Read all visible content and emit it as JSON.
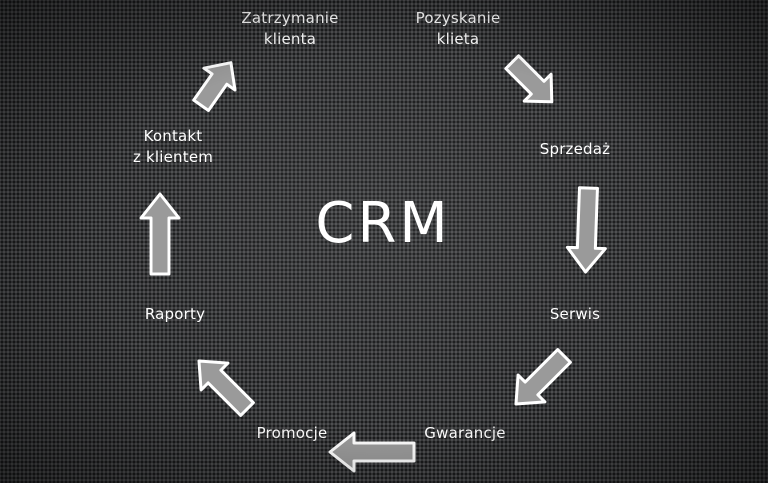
{
  "title": "CRM",
  "stages": [
    "Pozyskanie\nklieta",
    "Sprzedaż",
    "Serwis",
    "Gwarancje",
    "Promocje",
    "Raporty",
    "Kontakt\nz klientem",
    "Zatrzymanie\nklienta"
  ],
  "colors": {
    "background": "#3a3b3d",
    "text": "#ffffff",
    "arrow_fill": "#9a9a9a",
    "arrow_stroke": "#ffffff"
  }
}
